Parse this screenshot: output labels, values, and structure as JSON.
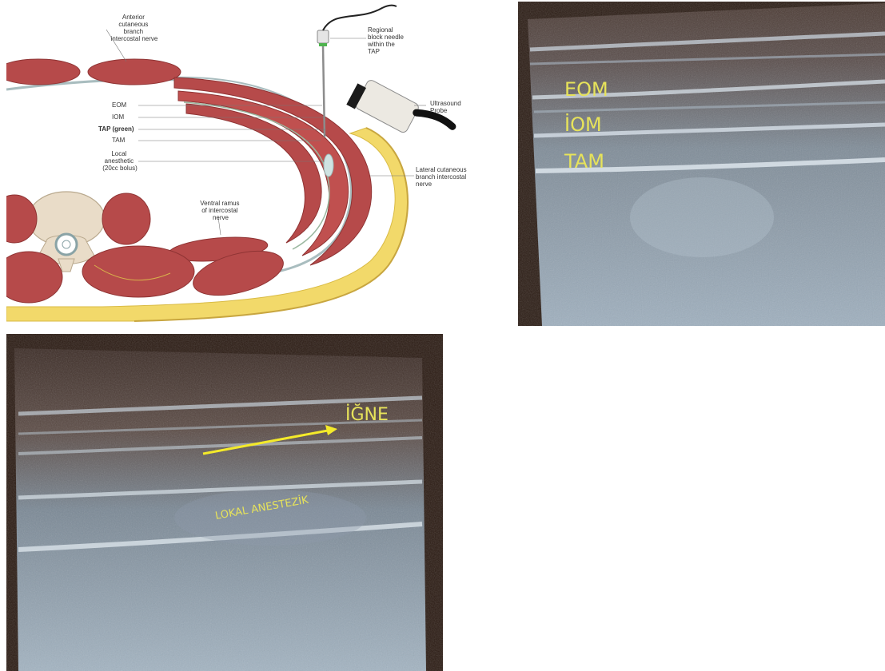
{
  "diagram": {
    "labels": {
      "anterior": [
        "Anterior",
        "cutaneous",
        "branch",
        "intercostal nerve"
      ],
      "needle": [
        "Regional",
        "block needle",
        "within the",
        "TAP"
      ],
      "probe": [
        "Ultrasound",
        "Probe"
      ],
      "eom": "EOM",
      "iom": "IOM",
      "tap": "TAP (green)",
      "tam": "TAM",
      "local": [
        "Local",
        "anesthetic",
        "(20cc bolus)"
      ],
      "lateral": [
        "Lateral cutaneous",
        "branch intercostal",
        "nerve"
      ],
      "ventral": [
        "Ventral ramus",
        "of intercostal",
        "nerve"
      ]
    }
  },
  "ultrasound1": {
    "labels": {
      "eom": "EOM",
      "iom": "İOM",
      "tam": "TAM"
    }
  },
  "ultrasound2": {
    "labels": {
      "needle": "İĞNE",
      "local_anesthetic": "LOKAL ANESTEZİK"
    }
  },
  "colors": {
    "muscle": "#b64a4a",
    "fat": "#f2d96a",
    "bone": "#e9dcc8",
    "label_yellow": "#e7e35a",
    "arrow_yellow": "#f4ea2a"
  }
}
